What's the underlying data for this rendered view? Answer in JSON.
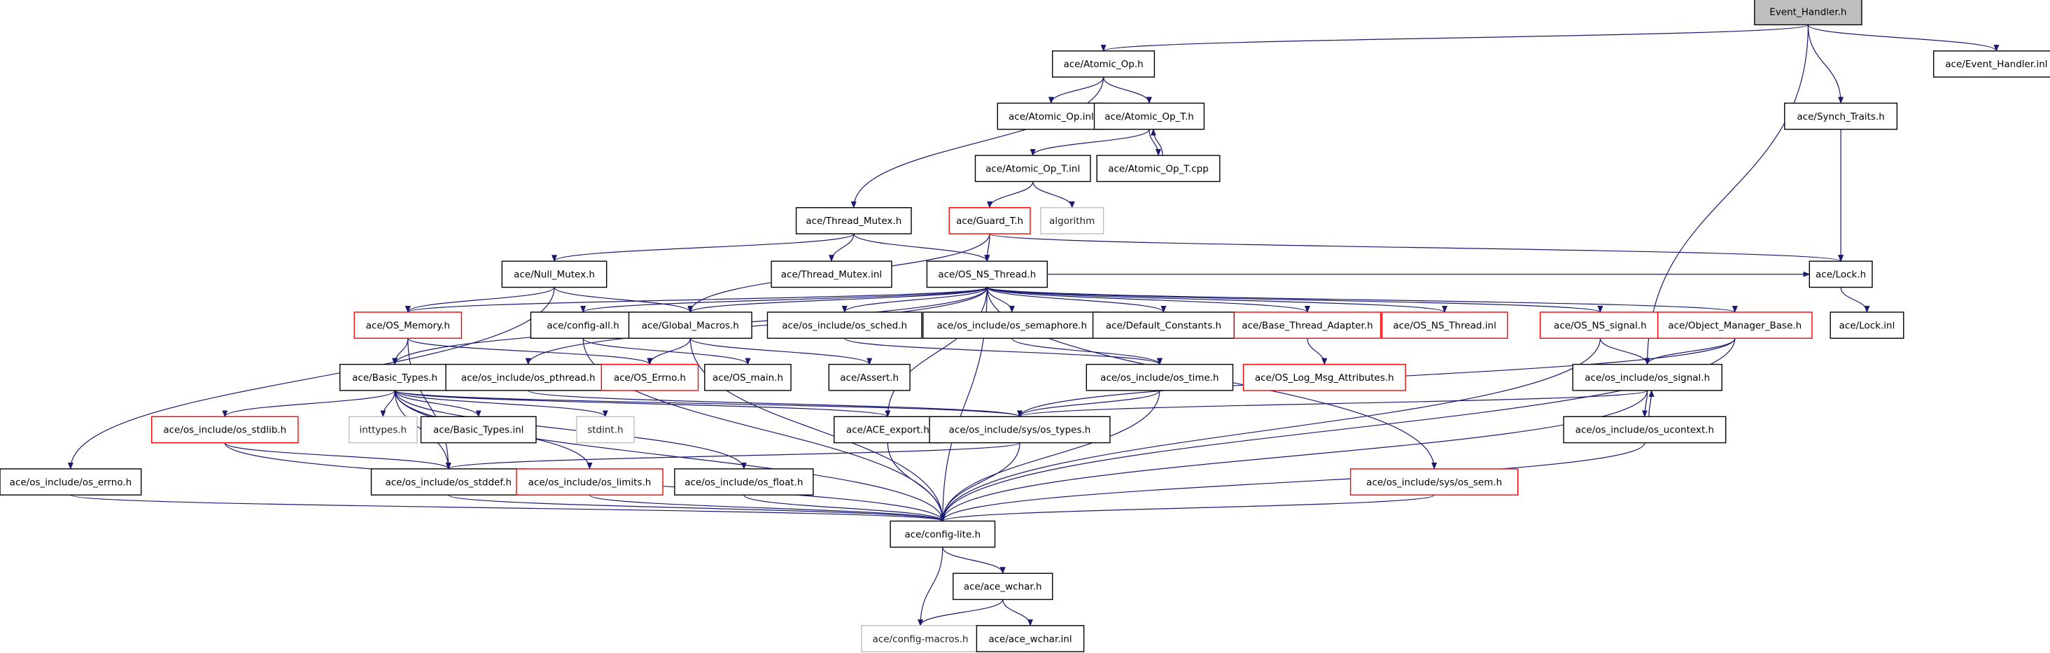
{
  "graph": {
    "colors": {
      "edge": "#191970",
      "root_fill": "#bfbfbf",
      "normal_border": "#000000",
      "truncated_border": "#ff0000",
      "external_border": "#bfbfbf"
    },
    "nodes": [
      {
        "id": "event_handler_h",
        "label": "Event_Handler.h",
        "kind": "root"
      },
      {
        "id": "atomic_op_h",
        "label": "ace/Atomic_Op.h",
        "kind": "normal"
      },
      {
        "id": "event_handler_inl",
        "label": "ace/Event_Handler.inl",
        "kind": "normal"
      },
      {
        "id": "atomic_op_inl",
        "label": "ace/Atomic_Op.inl",
        "kind": "normal"
      },
      {
        "id": "atomic_op_t_h",
        "label": "ace/Atomic_Op_T.h",
        "kind": "normal"
      },
      {
        "id": "synch_traits_h",
        "label": "ace/Synch_Traits.h",
        "kind": "normal"
      },
      {
        "id": "atomic_op_t_inl",
        "label": "ace/Atomic_Op_T.inl",
        "kind": "normal"
      },
      {
        "id": "atomic_op_t_cpp",
        "label": "ace/Atomic_Op_T.cpp",
        "kind": "normal"
      },
      {
        "id": "thread_mutex_h",
        "label": "ace/Thread_Mutex.h",
        "kind": "normal"
      },
      {
        "id": "guard_t_h",
        "label": "ace/Guard_T.h",
        "kind": "truncated"
      },
      {
        "id": "algorithm",
        "label": "algorithm",
        "kind": "external"
      },
      {
        "id": "null_mutex_h",
        "label": "ace/Null_Mutex.h",
        "kind": "normal"
      },
      {
        "id": "thread_mutex_inl",
        "label": "ace/Thread_Mutex.inl",
        "kind": "normal"
      },
      {
        "id": "os_ns_thread_h",
        "label": "ace/OS_NS_Thread.h",
        "kind": "normal"
      },
      {
        "id": "lock_h",
        "label": "ace/Lock.h",
        "kind": "normal"
      },
      {
        "id": "os_memory_h",
        "label": "ace/OS_Memory.h",
        "kind": "truncated"
      },
      {
        "id": "config_all_h",
        "label": "ace/config-all.h",
        "kind": "normal"
      },
      {
        "id": "global_macros_h",
        "label": "ace/Global_Macros.h",
        "kind": "normal"
      },
      {
        "id": "os_sched_h",
        "label": "ace/os_include/os_sched.h",
        "kind": "normal"
      },
      {
        "id": "os_semaphore_h",
        "label": "ace/os_include/os_semaphore.h",
        "kind": "normal"
      },
      {
        "id": "default_constants_h",
        "label": "ace/Default_Constants.h",
        "kind": "normal"
      },
      {
        "id": "base_thread_adapter_h",
        "label": "ace/Base_Thread_Adapter.h",
        "kind": "truncated"
      },
      {
        "id": "os_ns_thread_inl",
        "label": "ace/OS_NS_Thread.inl",
        "kind": "truncated"
      },
      {
        "id": "os_ns_signal_h",
        "label": "ace/OS_NS_signal.h",
        "kind": "truncated"
      },
      {
        "id": "object_manager_base_h",
        "label": "ace/Object_Manager_Base.h",
        "kind": "truncated"
      },
      {
        "id": "lock_inl",
        "label": "ace/Lock.inl",
        "kind": "normal"
      },
      {
        "id": "basic_types_h",
        "label": "ace/Basic_Types.h",
        "kind": "normal"
      },
      {
        "id": "os_pthread_h",
        "label": "ace/os_include/os_pthread.h",
        "kind": "normal"
      },
      {
        "id": "os_errno_h",
        "label": "ace/OS_Errno.h",
        "kind": "truncated"
      },
      {
        "id": "os_main_h",
        "label": "ace/OS_main.h",
        "kind": "normal"
      },
      {
        "id": "assert_h",
        "label": "ace/Assert.h",
        "kind": "normal"
      },
      {
        "id": "os_time_h",
        "label": "ace/os_include/os_time.h",
        "kind": "normal"
      },
      {
        "id": "os_log_msg_attributes_h",
        "label": "ace/OS_Log_Msg_Attributes.h",
        "kind": "truncated"
      },
      {
        "id": "os_signal_h",
        "label": "ace/os_include/os_signal.h",
        "kind": "normal"
      },
      {
        "id": "os_stdlib_h",
        "label": "ace/os_include/os_stdlib.h",
        "kind": "truncated"
      },
      {
        "id": "inttypes_h",
        "label": "inttypes.h",
        "kind": "external"
      },
      {
        "id": "basic_types_inl",
        "label": "ace/Basic_Types.inl",
        "kind": "normal"
      },
      {
        "id": "stdint_h",
        "label": "stdint.h",
        "kind": "external"
      },
      {
        "id": "ace_export_h",
        "label": "ace/ACE_export.h",
        "kind": "normal"
      },
      {
        "id": "sys_os_types_h",
        "label": "ace/os_include/sys/os_types.h",
        "kind": "normal"
      },
      {
        "id": "os_ucontext_h",
        "label": "ace/os_include/os_ucontext.h",
        "kind": "normal"
      },
      {
        "id": "os_errno_lower_h",
        "label": "ace/os_include/os_errno.h",
        "kind": "normal"
      },
      {
        "id": "os_stddef_h",
        "label": "ace/os_include/os_stddef.h",
        "kind": "normal"
      },
      {
        "id": "os_limits_h",
        "label": "ace/os_include/os_limits.h",
        "kind": "truncated"
      },
      {
        "id": "os_float_h",
        "label": "ace/os_include/os_float.h",
        "kind": "normal"
      },
      {
        "id": "sys_os_sem_h",
        "label": "ace/os_include/sys/os_sem.h",
        "kind": "truncated"
      },
      {
        "id": "config_lite_h",
        "label": "ace/config-lite.h",
        "kind": "normal"
      },
      {
        "id": "ace_wchar_h",
        "label": "ace/ace_wchar.h",
        "kind": "normal"
      },
      {
        "id": "config_macros_h",
        "label": "ace/config-macros.h",
        "kind": "external"
      },
      {
        "id": "ace_wchar_inl",
        "label": "ace/ace_wchar.inl",
        "kind": "normal"
      }
    ],
    "edges": [
      [
        "event_handler_h",
        "atomic_op_h"
      ],
      [
        "event_handler_h",
        "event_handler_inl"
      ],
      [
        "event_handler_h",
        "synch_traits_h"
      ],
      [
        "event_handler_h",
        "os_signal_h"
      ],
      [
        "atomic_op_h",
        "atomic_op_inl"
      ],
      [
        "atomic_op_h",
        "atomic_op_t_h"
      ],
      [
        "atomic_op_h",
        "thread_mutex_h"
      ],
      [
        "atomic_op_t_h",
        "atomic_op_t_inl"
      ],
      [
        "atomic_op_t_h",
        "atomic_op_t_cpp"
      ],
      [
        "atomic_op_t_cpp",
        "atomic_op_t_h"
      ],
      [
        "atomic_op_t_inl",
        "guard_t_h"
      ],
      [
        "atomic_op_t_inl",
        "algorithm"
      ],
      [
        "synch_traits_h",
        "lock_h"
      ],
      [
        "thread_mutex_h",
        "null_mutex_h"
      ],
      [
        "thread_mutex_h",
        "thread_mutex_inl"
      ],
      [
        "thread_mutex_h",
        "os_ns_thread_h"
      ],
      [
        "guard_t_h",
        "os_ns_thread_h"
      ],
      [
        "guard_t_h",
        "lock_h"
      ],
      [
        "guard_t_h",
        "global_macros_h"
      ],
      [
        "null_mutex_h",
        "os_memory_h"
      ],
      [
        "null_mutex_h",
        "global_macros_h"
      ],
      [
        "null_mutex_h",
        "os_errno_lower_h"
      ],
      [
        "os_ns_thread_h",
        "lock_h"
      ],
      [
        "os_ns_thread_h",
        "os_memory_h"
      ],
      [
        "os_ns_thread_h",
        "config_all_h"
      ],
      [
        "os_ns_thread_h",
        "global_macros_h"
      ],
      [
        "os_ns_thread_h",
        "os_sched_h"
      ],
      [
        "os_ns_thread_h",
        "os_semaphore_h"
      ],
      [
        "os_ns_thread_h",
        "default_constants_h"
      ],
      [
        "os_ns_thread_h",
        "base_thread_adapter_h"
      ],
      [
        "os_ns_thread_h",
        "os_ns_thread_inl"
      ],
      [
        "os_ns_thread_h",
        "os_ns_signal_h"
      ],
      [
        "os_ns_thread_h",
        "object_manager_base_h"
      ],
      [
        "os_ns_thread_h",
        "basic_types_h"
      ],
      [
        "os_ns_thread_h",
        "os_pthread_h"
      ],
      [
        "os_ns_thread_h",
        "ace_export_h"
      ],
      [
        "os_ns_thread_h",
        "sys_os_sem_h"
      ],
      [
        "os_ns_thread_h",
        "config_lite_h"
      ],
      [
        "lock_h",
        "lock_inl"
      ],
      [
        "os_memory_h",
        "basic_types_h"
      ],
      [
        "os_memory_h",
        "os_errno_h"
      ],
      [
        "os_memory_h",
        "os_stddef_h"
      ],
      [
        "config_all_h",
        "os_main_h"
      ],
      [
        "config_all_h",
        "config_lite_h"
      ],
      [
        "global_macros_h",
        "os_errno_h"
      ],
      [
        "global_macros_h",
        "assert_h"
      ],
      [
        "global_macros_h",
        "config_lite_h"
      ],
      [
        "os_sched_h",
        "os_time_h"
      ],
      [
        "os_semaphore_h",
        "os_time_h"
      ],
      [
        "base_thread_adapter_h",
        "os_log_msg_attributes_h"
      ],
      [
        "os_ns_signal_h",
        "os_signal_h"
      ],
      [
        "os_ns_signal_h",
        "config_lite_h"
      ],
      [
        "object_manager_base_h",
        "os_signal_h"
      ],
      [
        "object_manager_base_h",
        "sys_os_types_h"
      ],
      [
        "object_manager_base_h",
        "config_lite_h"
      ],
      [
        "basic_types_h",
        "os_stdlib_h"
      ],
      [
        "basic_types_h",
        "inttypes_h"
      ],
      [
        "basic_types_h",
        "basic_types_inl"
      ],
      [
        "basic_types_h",
        "stdint_h"
      ],
      [
        "basic_types_h",
        "ace_export_h"
      ],
      [
        "basic_types_h",
        "sys_os_types_h"
      ],
      [
        "basic_types_h",
        "os_stddef_h"
      ],
      [
        "basic_types_h",
        "os_limits_h"
      ],
      [
        "basic_types_h",
        "os_float_h"
      ],
      [
        "basic_types_h",
        "config_lite_h"
      ],
      [
        "os_pthread_h",
        "sys_os_types_h"
      ],
      [
        "os_time_h",
        "sys_os_types_h"
      ],
      [
        "os_time_h",
        "config_lite_h"
      ],
      [
        "os_signal_h",
        "sys_os_types_h"
      ],
      [
        "os_signal_h",
        "os_ucontext_h"
      ],
      [
        "os_signal_h",
        "config_lite_h"
      ],
      [
        "os_ucontext_h",
        "os_signal_h"
      ],
      [
        "os_ucontext_h",
        "config_lite_h"
      ],
      [
        "os_stdlib_h",
        "os_stddef_h"
      ],
      [
        "os_stdlib_h",
        "config_lite_h"
      ],
      [
        "sys_os_types_h",
        "os_stddef_h"
      ],
      [
        "sys_os_types_h",
        "config_lite_h"
      ],
      [
        "ace_export_h",
        "config_lite_h"
      ],
      [
        "os_errno_lower_h",
        "config_lite_h"
      ],
      [
        "os_stddef_h",
        "config_lite_h"
      ],
      [
        "os_limits_h",
        "config_lite_h"
      ],
      [
        "os_float_h",
        "config_lite_h"
      ],
      [
        "sys_os_sem_h",
        "config_lite_h"
      ],
      [
        "config_lite_h",
        "ace_wchar_h"
      ],
      [
        "config_lite_h",
        "config_macros_h"
      ],
      [
        "ace_wchar_h",
        "config_macros_h"
      ],
      [
        "ace_wchar_h",
        "ace_wchar_inl"
      ]
    ]
  }
}
